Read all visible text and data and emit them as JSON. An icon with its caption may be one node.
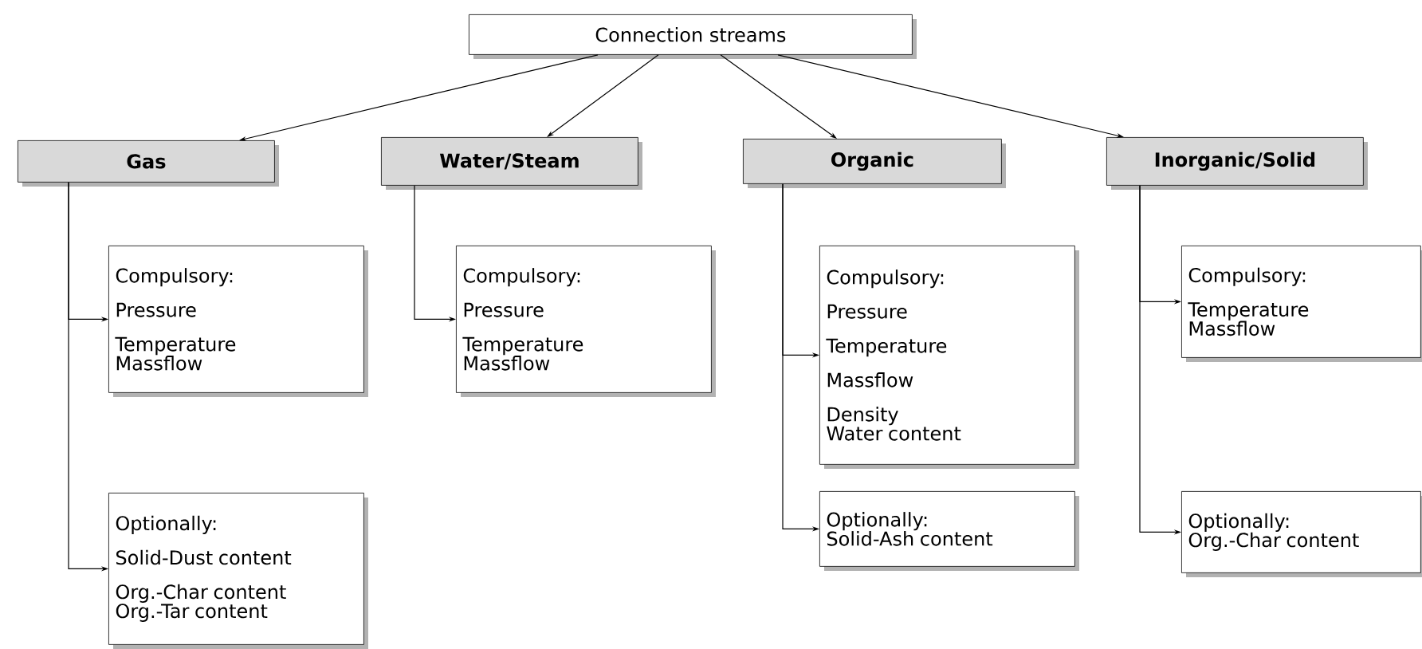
{
  "diagram": {
    "nodes": [
      {
        "text": [
          "Connection streams"
        ]
      },
      {
        "text": [
          "Gas"
        ]
      },
      {
        "text": [
          "Water/Steam"
        ]
      },
      {
        "text": [
          "Organic"
        ]
      },
      {
        "text": [
          "Inorganic/Solid"
        ]
      },
      {
        "text": [
          "Compulsory:",
          "Pressure",
          "Temperature",
          "Massflow"
        ]
      },
      {
        "text": [
          "Optionally:",
          "Solid-Dust content",
          "Org.-Char content",
          "Org.-Tar content"
        ]
      },
      {
        "text": [
          "Compulsory:",
          "Pressure",
          "Temperature",
          "Massflow"
        ]
      },
      {
        "text": [
          "Compulsory:",
          "Pressure",
          "Temperature",
          "Massflow",
          "Density",
          "Water content"
        ]
      },
      {
        "text": [
          "Optionally:",
          "Solid-Ash content"
        ]
      },
      {
        "text": [
          "Compulsory:",
          "Temperature",
          "Massflow"
        ]
      },
      {
        "text": [
          "Optionally:",
          "Org.-Char content"
        ]
      }
    ],
    "edges": [
      {
        "from": 0,
        "to": 1,
        "arrow": "to"
      },
      {
        "from": 0,
        "to": 2,
        "arrow": "to"
      },
      {
        "from": 0,
        "to": 3,
        "arrow": "to"
      },
      {
        "from": 0,
        "to": 4,
        "arrow": "to"
      },
      {
        "from": 1,
        "to": 5,
        "arrow": "to"
      },
      {
        "from": 1,
        "to": 6,
        "arrow": "to"
      },
      {
        "from": 2,
        "to": 7,
        "arrow": "to"
      },
      {
        "from": 3,
        "to": 8,
        "arrow": "to"
      },
      {
        "from": 3,
        "to": 9,
        "arrow": "to"
      },
      {
        "from": 4,
        "to": 10,
        "arrow": "to"
      },
      {
        "from": 4,
        "to": 11,
        "arrow": "to"
      }
    ]
  }
}
